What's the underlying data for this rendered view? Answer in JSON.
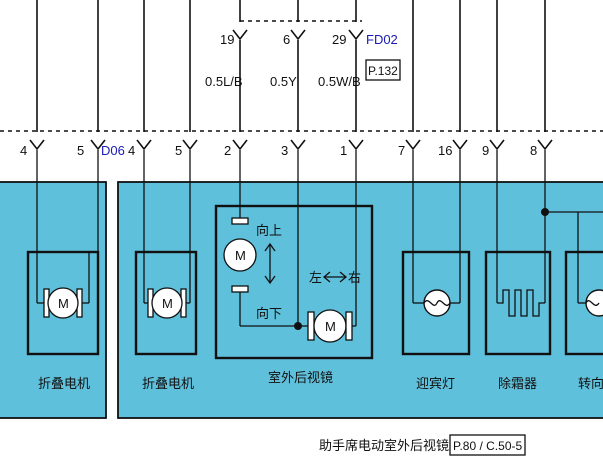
{
  "connectors": {
    "fd02": "FD02",
    "d06": "D06"
  },
  "top_pins": [
    {
      "pin": "19",
      "wire": "0.5L/B"
    },
    {
      "pin": "6",
      "wire": "0.5Y"
    },
    {
      "pin": "29",
      "wire": "0.5W/B"
    }
  ],
  "top_ref": "P.132",
  "left_pins": [
    "4",
    "5"
  ],
  "right_pins": [
    "4",
    "5",
    "2",
    "3",
    "1",
    "7",
    "16",
    "9",
    "8"
  ],
  "mirror_labels": {
    "up": "向上",
    "down": "向下",
    "left": "左",
    "right": "右"
  },
  "motor_letter": "M",
  "components": {
    "fold_motor_left": "折叠电机",
    "fold_motor_right": "折叠电机",
    "mirror": "室外后视镜",
    "welcome_lamp": "迎宾灯",
    "defroster": "除霜器",
    "turn_signal": "转向"
  },
  "footer": {
    "title": "助手席电动室外后视镜",
    "ref": "P.80 / C.50-5"
  }
}
